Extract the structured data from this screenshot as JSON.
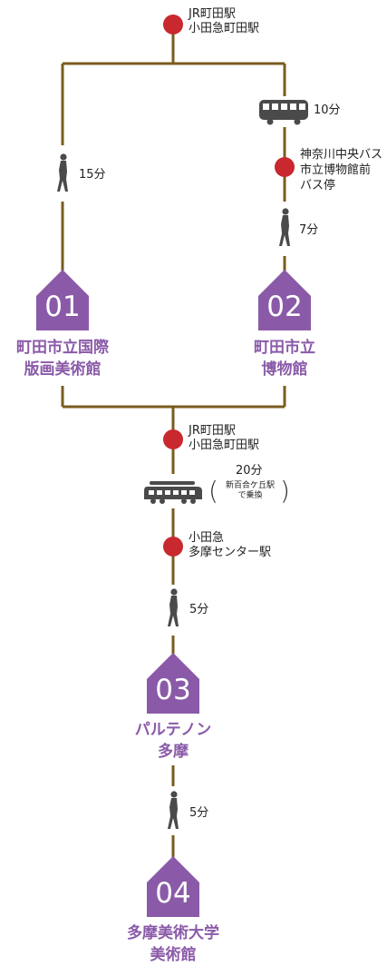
{
  "colors": {
    "line": "#7a5c1e",
    "station": "#c8282e",
    "venue": "#8a5aa8",
    "icon": "#4a4a4a"
  },
  "stations": {
    "top": "JR町田駅\n小田急町田駅",
    "bus_stop": "神奈川中央バス\n市立博物館前\nバス停",
    "middle": "JR町田駅\n小田急町田駅",
    "tama": "小田急\n多摩センター駅"
  },
  "durations": {
    "walk_to_01": "15分",
    "bus_to_stop": "10分",
    "walk_to_02": "7分",
    "train": "20分",
    "train_note": "新百合ケ丘駅\nで乗換",
    "walk_to_03": "5分",
    "walk_to_04": "5分"
  },
  "venues": [
    {
      "number": "01",
      "name": "町田市立国際\n版画美術館"
    },
    {
      "number": "02",
      "name": "町田市立\n博物館"
    },
    {
      "number": "03",
      "name": "パルテノン\n多摩"
    },
    {
      "number": "04",
      "name": "多摩美術大学\n美術館"
    }
  ],
  "icons": {
    "walk": "walking-person-icon",
    "bus": "bus-icon",
    "train": "train-icon"
  }
}
